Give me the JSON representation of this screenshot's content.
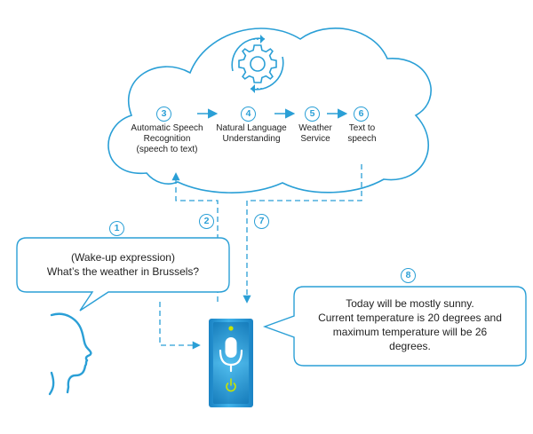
{
  "colors": {
    "accent": "#2a9fd6",
    "device": "#1d8fd0",
    "device_light": "#7fd0f4",
    "power": "#c8e300",
    "text": "#1f1f1f"
  },
  "steps": [
    {
      "num": "1"
    },
    {
      "num": "2"
    },
    {
      "num": "3",
      "label": [
        "Automatic  Speech",
        "Recognition",
        "(speech to text)"
      ]
    },
    {
      "num": "4",
      "label": [
        "Natural Language",
        "Understanding"
      ]
    },
    {
      "num": "5",
      "label": [
        "Weather",
        "Service"
      ]
    },
    {
      "num": "6",
      "label": [
        "Text to",
        "speech"
      ]
    },
    {
      "num": "7"
    },
    {
      "num": "8"
    }
  ],
  "user_bubble": {
    "line1": "(Wake-up expression)",
    "line2": "What’s the weather in Brussels?"
  },
  "reply_bubble": {
    "line1": "Today will be mostly sunny.",
    "line2": "Current temperature is 20 degrees and",
    "line3": "maximum temperature will be 26",
    "line4": "degrees."
  },
  "icons": {
    "cloud": "cloud-icon",
    "gear": "gear-icon",
    "mic": "microphone-icon",
    "power": "power-icon",
    "face": "human-profile-icon"
  }
}
